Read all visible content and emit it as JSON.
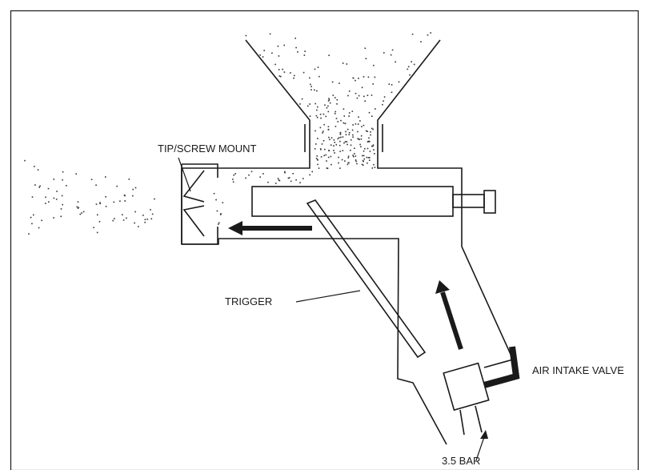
{
  "labels": {
    "tip": "TIP/SCREW MOUNT",
    "trigger": "TRIGGER",
    "valve": "AIR INTAKE VALVE",
    "pressure": "3.5 BAR"
  },
  "colors": {
    "ink": "#1a1a1a",
    "background": "#ffffff"
  }
}
